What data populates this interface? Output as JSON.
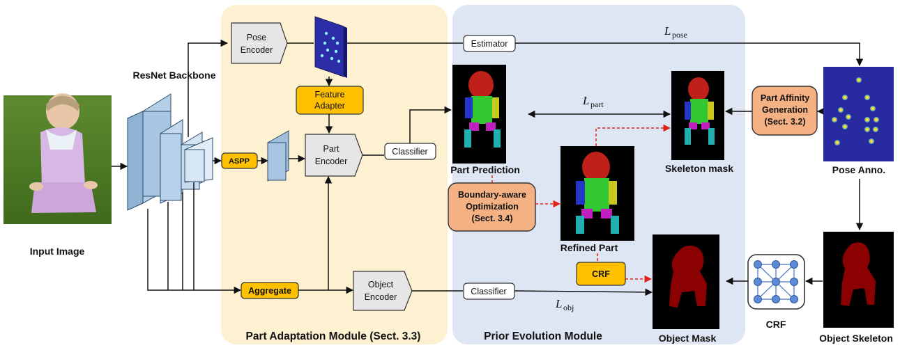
{
  "input_label": "Input Image",
  "backbone_label": "ResNet Backbone",
  "modules": {
    "part_adaptation": "Part Adaptation Module (Sect. 3.3)",
    "prior_evolution": "Prior Evolution Module"
  },
  "blocks": {
    "pose_encoder": [
      "Pose",
      "Encoder"
    ],
    "feature_adapter": [
      "Feature",
      "Adapter"
    ],
    "aspp": "ASPP",
    "part_encoder": [
      "Part",
      "Encoder"
    ],
    "aggregate": "Aggregate",
    "object_encoder": [
      "Object",
      "Encoder"
    ],
    "estimator": "Estimator",
    "classifier_part": "Classifier",
    "classifier_obj": "Classifier",
    "part_affinity": [
      "Part Affinity",
      "Generation",
      "(Sect. 3.2)"
    ],
    "boundary_aware": [
      "Boundary-aware",
      "Optimization",
      "(Sect. 3.4)"
    ],
    "crf_small": "CRF",
    "crf_graph": "CRF"
  },
  "images": {
    "part_prediction": "Part Prediction",
    "refined_part": "Refined Part",
    "skeleton_mask": "Skeleton mask",
    "pose_anno": "Pose Anno.",
    "object_mask": "Object Mask",
    "object_skeleton": "Object Skeleton"
  },
  "losses": {
    "pose": {
      "symbol": "L",
      "sub": "pose"
    },
    "part": {
      "symbol": "L",
      "sub": "part"
    },
    "obj": {
      "symbol": "L",
      "sub": "obj"
    }
  },
  "colors": {
    "part_module_bg": "#fdf1d2",
    "prior_module_bg": "#dfe6f3",
    "highlight_box": "#ffc000",
    "orange_box": "#f4b183",
    "gray_box": "#e6e6e6",
    "dashed_arrow": "#e0201b",
    "mask_red": "#8b0000",
    "pose_bg": "#2a2aa0"
  }
}
